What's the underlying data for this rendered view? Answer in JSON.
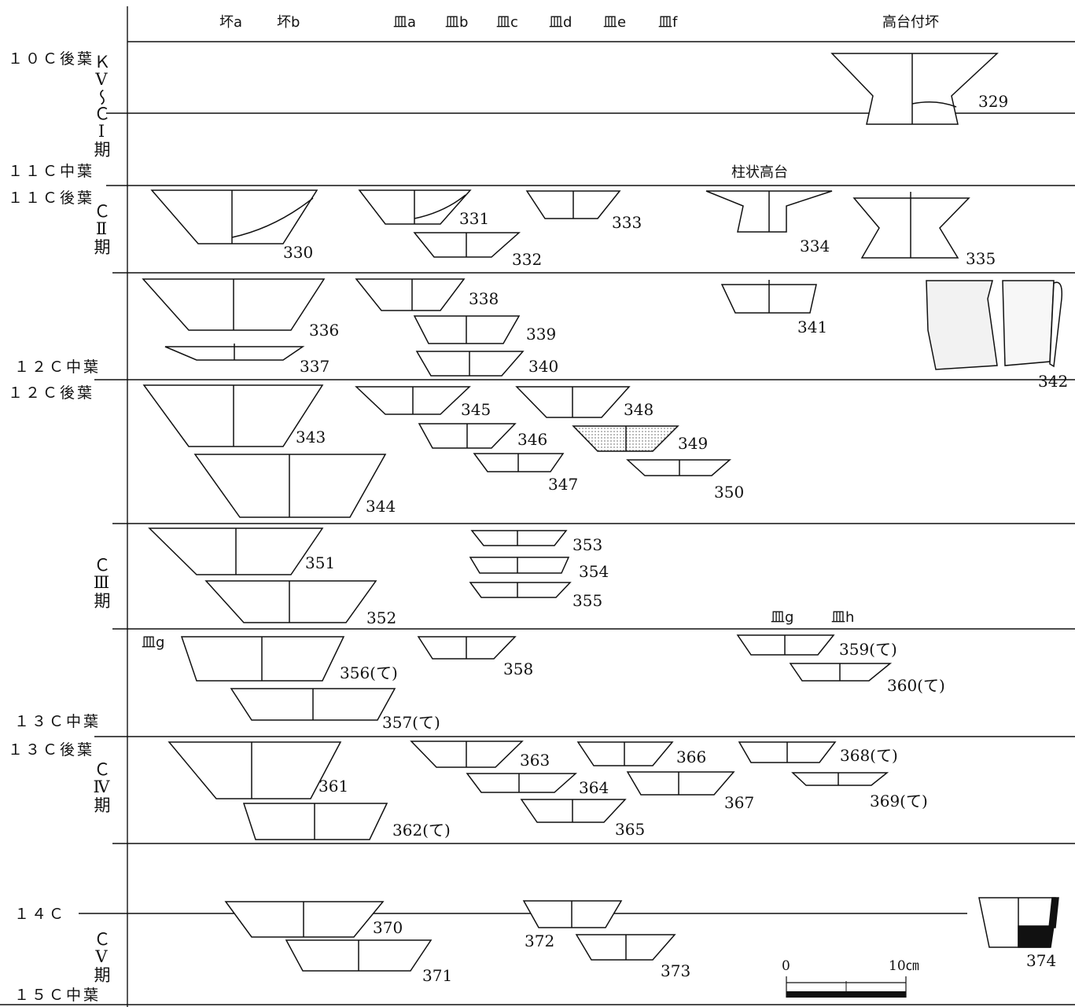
{
  "column_headers": {
    "tuki_a": "坏a",
    "tuki_b": "坏b",
    "sara_a": "皿a",
    "sara_b": "皿b",
    "sara_c": "皿c",
    "sara_d": "皿d",
    "sara_e": "皿e",
    "sara_f": "皿f",
    "kodai_tsuki": "高台付坏"
  },
  "sub_headers": {
    "pillar_foot": "柱状高台",
    "sara_g": "皿g",
    "sara_h": "皿h",
    "sara_g_left": "皿g"
  },
  "dates": {
    "d1": "１０Ｃ後葉",
    "d2": "１１Ｃ中葉",
    "d3": "１１Ｃ後葉",
    "d4": "１２Ｃ中葉",
    "d5": "１２Ｃ後葉",
    "d6": "１３Ｃ中葉",
    "d7": "１３Ｃ後葉",
    "d8": "１４Ｃ",
    "d9": "１５Ｃ中葉"
  },
  "periods": {
    "p1": "ＫⅤ〜ＣⅠ期",
    "p2": "ＣⅡ期",
    "p3": "ＣⅢ期",
    "p4": "ＣⅣ期",
    "p5": "ＣⅤ期"
  },
  "specimens": {
    "s329": "329",
    "s330": "330",
    "s331": "331",
    "s332": "332",
    "s333": "333",
    "s334": "334",
    "s335": "335",
    "s336": "336",
    "s337": "337",
    "s338": "338",
    "s339": "339",
    "s340": "340",
    "s341": "341",
    "s342": "342",
    "s343": "343",
    "s344": "344",
    "s345": "345",
    "s346": "346",
    "s347": "347",
    "s348": "348",
    "s349": "349",
    "s350": "350",
    "s351": "351",
    "s352": "352",
    "s353": "353",
    "s354": "354",
    "s355": "355",
    "s356": "356(て)",
    "s357": "357(て)",
    "s358": "358",
    "s359": "359(て)",
    "s360": "360(て)",
    "s361": "361",
    "s362": "362(て)",
    "s363": "363",
    "s364": "364",
    "s365": "365",
    "s366": "366",
    "s367": "367",
    "s368": "368(て)",
    "s369": "369(て)",
    "s370": "370",
    "s371": "371",
    "s372": "372",
    "s373": "373",
    "s374": "374"
  },
  "scale": {
    "zero": "0",
    "ten": "10㎝"
  }
}
